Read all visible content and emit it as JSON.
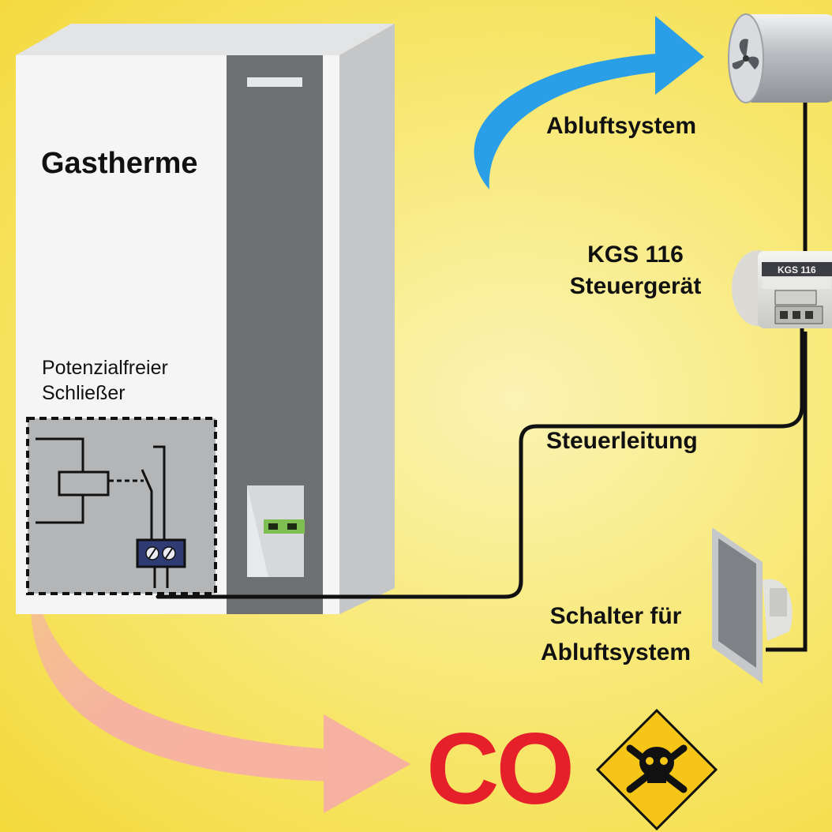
{
  "labels": {
    "boiler": "Gastherme",
    "contact": "Potenzialfreier\nSchließer",
    "exhaust": "Abluftsystem",
    "controller_line1": "KGS 116",
    "controller_line2": "Steuergerät",
    "control_line": "Steuerleitung",
    "switch_line1": "Schalter für",
    "switch_line2": "Abluftsystem",
    "co": "CO"
  },
  "device_text": {
    "controller_model": "KGS 116"
  },
  "icons": {
    "exhaust_arrow": "blue-curved-arrow-icon",
    "co_arrow": "pink-curved-arrow-icon",
    "fan": "fan-icon",
    "hazard": "skull-crossbones-icon"
  },
  "colors": {
    "background": "#f6e35a",
    "exhaust_arrow": "#2a9ee6",
    "co_arrow": "#f6b6a2",
    "co_text": "#e5202a",
    "hazard_sign": "#f5c518",
    "boiler_dark_panel": "#6d6f71",
    "terminal": "#2f3c73"
  }
}
